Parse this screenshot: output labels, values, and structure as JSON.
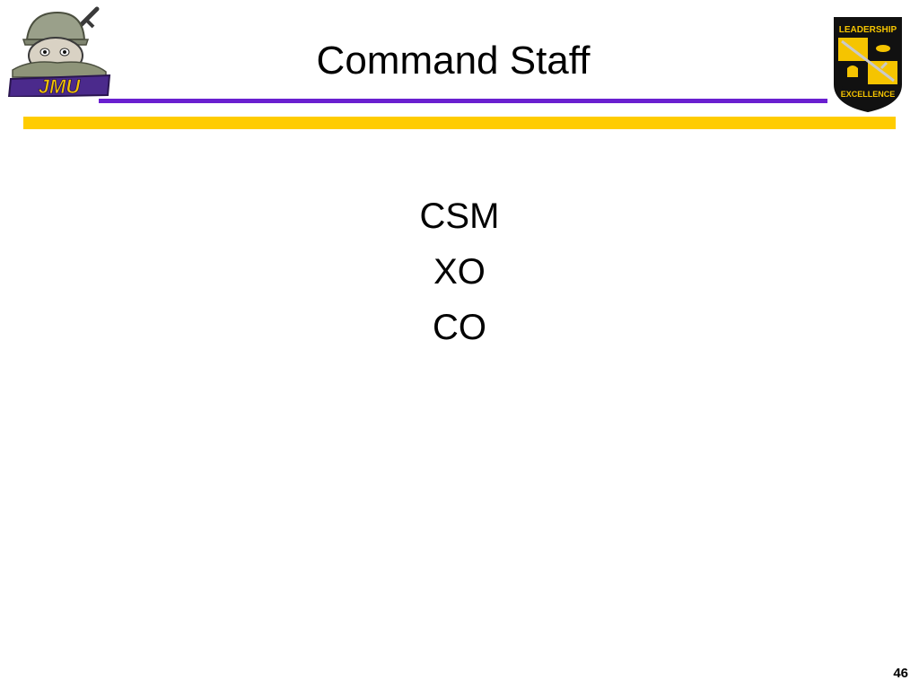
{
  "slide": {
    "title": "Command Staff",
    "items": [
      "CSM",
      "XO",
      "CO"
    ],
    "page_number": "46"
  },
  "logos": {
    "left": {
      "text": "JMU",
      "icon": "jmu-duke-dog-logo-icon"
    },
    "right": {
      "top_text": "LEADERSHIP",
      "bottom_text": "EXCELLENCE",
      "icon": "rotc-shield-logo-icon"
    }
  },
  "colors": {
    "purple_rule": "#6a1fd0",
    "gold_rule": "#ffcc00",
    "shield_gold": "#f5c400",
    "shield_black": "#111111"
  }
}
